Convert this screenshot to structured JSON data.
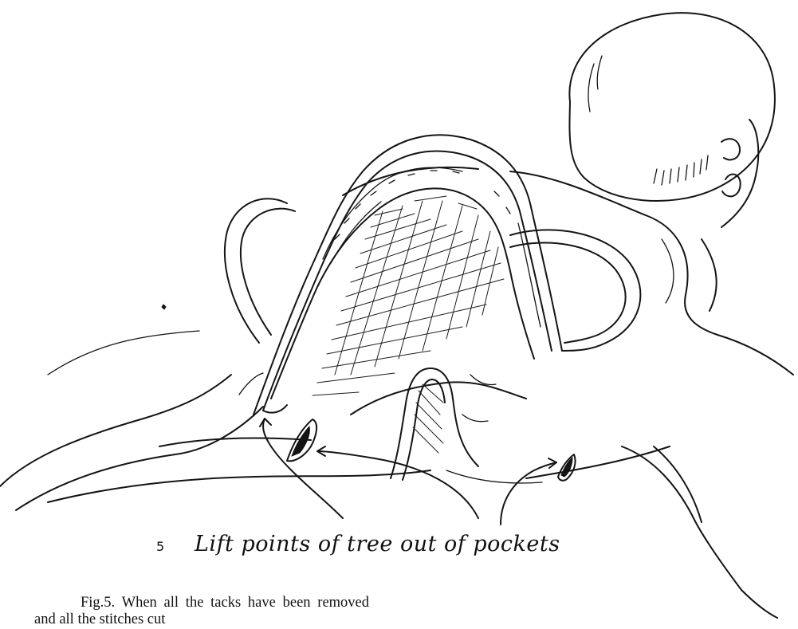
{
  "illustration": {
    "subject": "saddle-tree-with-pockets"
  },
  "figure": {
    "number": "5",
    "caption": "Lift points of tree out of pockets"
  },
  "text": {
    "paragraph_label": "Fig.5.",
    "paragraph_start": "When all the tacks have been removed and all the stitches cut"
  }
}
